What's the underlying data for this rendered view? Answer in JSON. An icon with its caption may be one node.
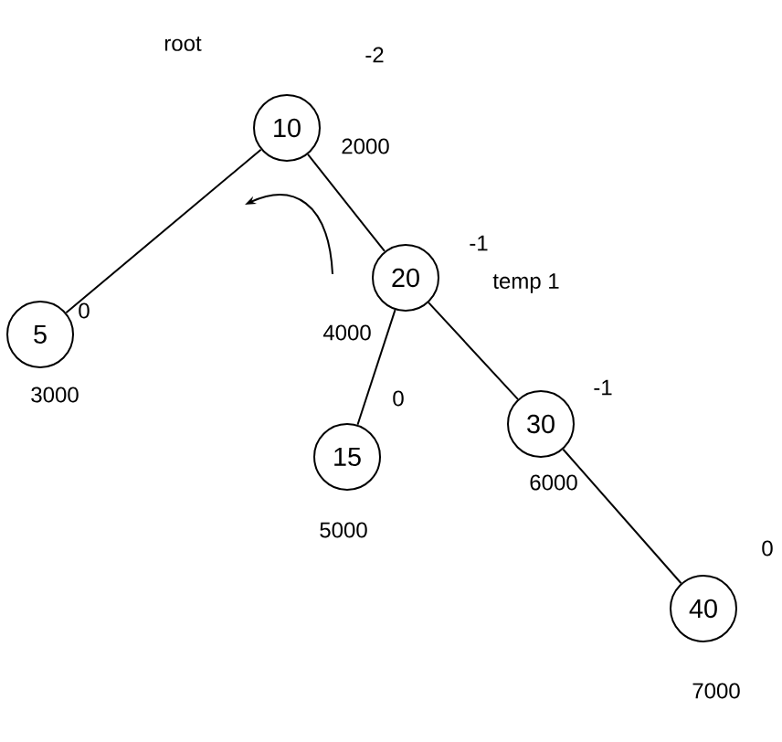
{
  "diagram": {
    "nodes": [
      {
        "text": [
          "10"
        ],
        "beside": [
          "root",
          "-2",
          "2000"
        ]
      },
      {
        "text": [
          "5"
        ],
        "beside": [
          "0",
          "3000"
        ]
      },
      {
        "text": [
          "20"
        ],
        "beside": [
          "-1",
          "temp 1",
          "4000"
        ]
      },
      {
        "text": [
          "15"
        ],
        "beside": [
          "0",
          "5000"
        ]
      },
      {
        "text": [
          "30"
        ],
        "beside": [
          "-1",
          "6000"
        ]
      },
      {
        "text": [
          "40"
        ],
        "beside": [
          "0",
          "7000"
        ]
      }
    ],
    "edges": [
      {
        "from": 0,
        "to": 1,
        "arrow": "none"
      },
      {
        "from": 0,
        "to": 2,
        "arrow": "none"
      },
      {
        "from": 2,
        "to": 3,
        "arrow": "none"
      },
      {
        "from": 2,
        "to": 4,
        "arrow": "none"
      },
      {
        "from": 4,
        "to": 5,
        "arrow": "none"
      }
    ]
  }
}
